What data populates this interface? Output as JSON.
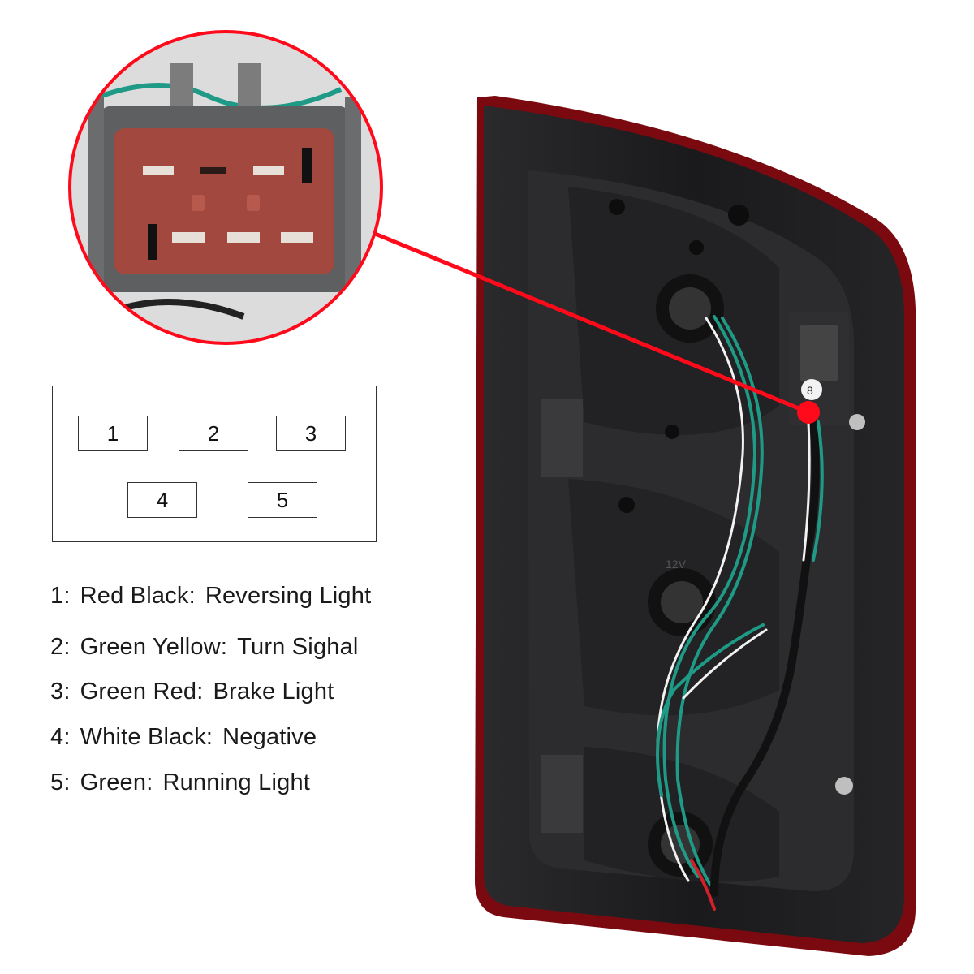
{
  "colors": {
    "housing": "#1b1b1d",
    "housing_edge": "#8a0c12",
    "connector_face": "#a3483e",
    "connector_shell": "#5d5f60",
    "pointer": "#ff0a1a",
    "wire_green": "#1f9a86",
    "wire_white": "#f2f2f2"
  },
  "pin_diagram": {
    "pins": [
      {
        "label": "1"
      },
      {
        "label": "2"
      },
      {
        "label": "3"
      },
      {
        "label": "4"
      },
      {
        "label": "5"
      }
    ]
  },
  "legend": [
    {
      "number": "1:",
      "wire": "Red Black:",
      "function": "Reversing Light"
    },
    {
      "number": "2:",
      "wire": "Green Yellow:",
      "function": "Turn Sighal"
    },
    {
      "number": "3:",
      "wire": "Green Red:",
      "function": "Brake Light"
    },
    {
      "number": "4:",
      "wire": "White Black:",
      "function": "Negative"
    },
    {
      "number": "5:",
      "wire": "Green:",
      "function": "Running Light"
    }
  ],
  "product_photo": {
    "molding_text": "12V",
    "connector_tag": "8"
  }
}
